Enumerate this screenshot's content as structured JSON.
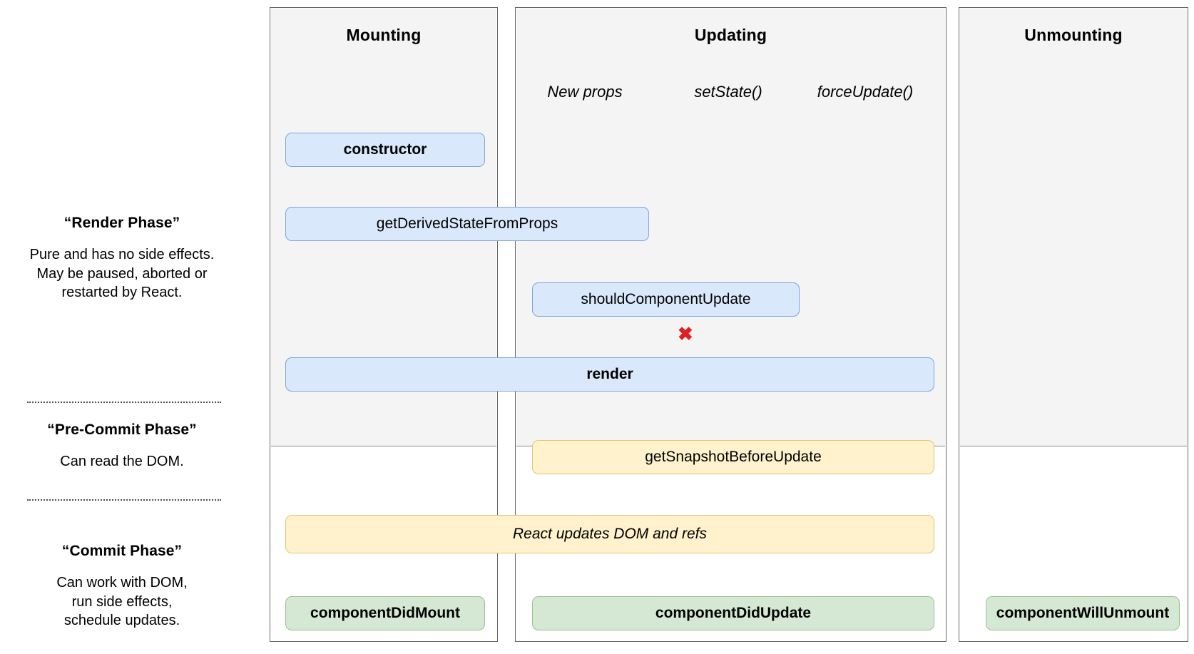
{
  "diagram": {
    "title": "React component lifecycle diagram",
    "colors": {
      "render_phase_shade": "#f4f4f4",
      "blue_fill": "#dae8fc",
      "blue_stroke": "#7ea6d8",
      "yellow_fill": "#fff2cc",
      "yellow_stroke": "#e0c775",
      "green_fill": "#d5e8d4",
      "green_stroke": "#9bc08f",
      "x_mark": "#e02020",
      "frame_stroke": "#666666"
    }
  },
  "legend": {
    "render_phase": {
      "title": "“Render Phase”",
      "lines": [
        "Pure and has no side effects.",
        "May be paused, aborted or",
        "restarted by React."
      ]
    },
    "pre_commit_phase": {
      "title": "“Pre-Commit Phase”",
      "lines": [
        "Can read the DOM."
      ]
    },
    "commit_phase": {
      "title": "“Commit Phase”",
      "lines": [
        "Can work with DOM,",
        "run side effects,",
        "schedule updates."
      ]
    }
  },
  "columns": {
    "mounting": {
      "title": "Mounting"
    },
    "updating": {
      "title": "Updating",
      "triggers": [
        "New props",
        "setState()",
        "forceUpdate()"
      ]
    },
    "unmounting": {
      "title": "Unmounting"
    }
  },
  "nodes": {
    "constructor": "constructor",
    "get_derived_state_from_props": "getDerivedStateFromProps",
    "should_component_update": "shouldComponentUpdate",
    "render": "render",
    "get_snapshot_before_update": "getSnapshotBeforeUpdate",
    "react_updates_dom_and_refs": "React updates DOM and refs",
    "component_did_mount": "componentDidMount",
    "component_did_update": "componentDidUpdate",
    "component_will_unmount": "componentWillUnmount"
  },
  "markers": {
    "skip_render_x": "✖"
  }
}
